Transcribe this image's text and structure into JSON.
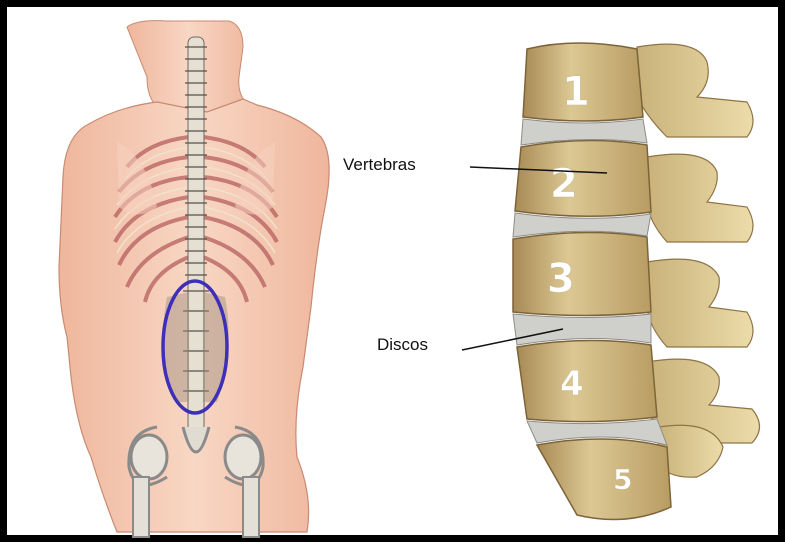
{
  "labels": {
    "vertebras": "Vertebras",
    "discos": "Discos"
  },
  "vertebra_numbers": [
    "1",
    "2",
    "3",
    "4",
    "5"
  ],
  "colors": {
    "frame": "#000000",
    "bone": "#d8c48c",
    "bone_dark": "#9a8050",
    "disc": "#c8c8c8",
    "skin": "#f3c7ae",
    "highlight_ellipse": "#3d2fb8"
  }
}
